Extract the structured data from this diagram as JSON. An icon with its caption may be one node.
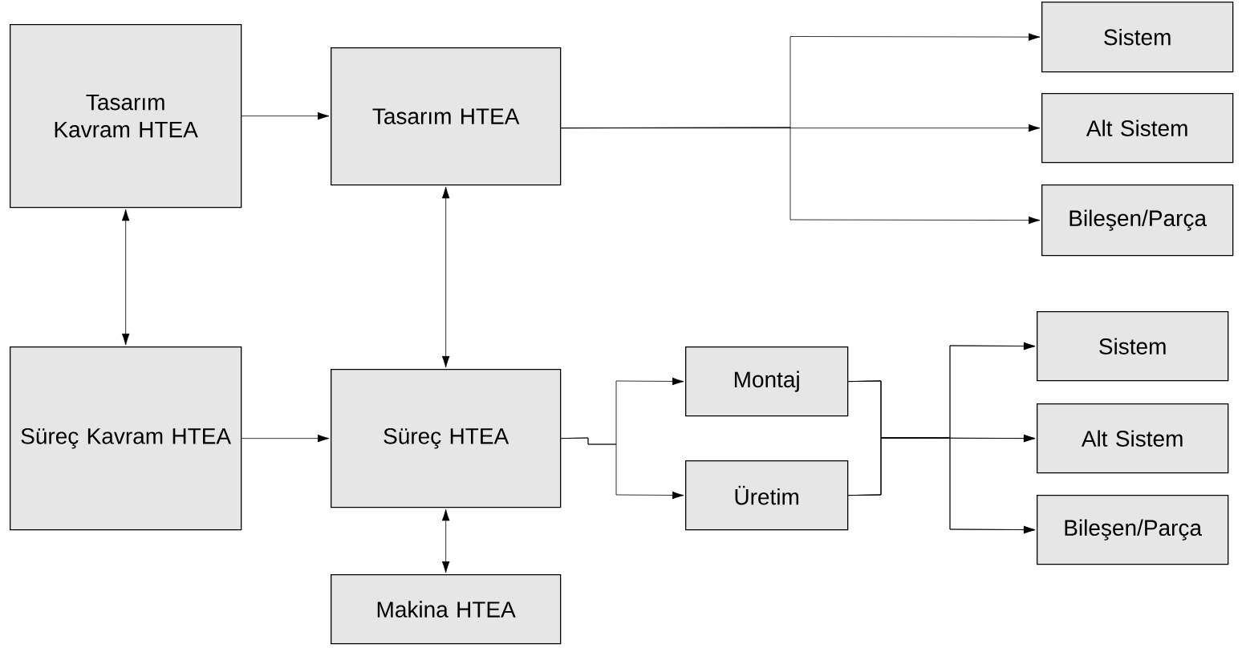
{
  "diagram": {
    "nodes": [
      {
        "text": [
          "Tasarım Kavram HTEA"
        ]
      },
      {
        "text": [
          "Tasarım HTEA"
        ]
      },
      {
        "text": [
          "Sistem"
        ]
      },
      {
        "text": [
          "Alt Sistem"
        ]
      },
      {
        "text": [
          "Bileşen/Parça"
        ]
      },
      {
        "text": [
          "Süreç Kavram HTEA"
        ]
      },
      {
        "text": [
          "Süreç HTEA"
        ]
      },
      {
        "text": [
          "Montaj"
        ]
      },
      {
        "text": [
          "Üretim"
        ]
      },
      {
        "text": [
          "Sistem"
        ]
      },
      {
        "text": [
          "Alt Sistem"
        ]
      },
      {
        "text": [
          "Bileşen/Parça"
        ]
      },
      {
        "text": [
          "Makina HTEA"
        ]
      }
    ],
    "edges": [
      {
        "from": 0,
        "to": 1,
        "arrow": "to"
      },
      {
        "from": 0,
        "to": 5,
        "arrow": "both"
      },
      {
        "from": 1,
        "to": 2,
        "arrow": "to"
      },
      {
        "from": 1,
        "to": 3,
        "arrow": "to"
      },
      {
        "from": 1,
        "to": 4,
        "arrow": "to"
      },
      {
        "from": 1,
        "to": 6,
        "arrow": "both"
      },
      {
        "from": 5,
        "to": 6,
        "arrow": "to"
      },
      {
        "from": 6,
        "to": 12,
        "arrow": "both"
      },
      {
        "from": 6,
        "to": 7,
        "arrow": "to"
      },
      {
        "from": 6,
        "to": 8,
        "arrow": "to"
      },
      {
        "from": 7,
        "to": 9,
        "arrow": "to"
      },
      {
        "from": 7,
        "to": 10,
        "arrow": "to"
      },
      {
        "from": 7,
        "to": 11,
        "arrow": "to"
      },
      {
        "from": 8,
        "to": 9,
        "arrow": "to"
      },
      {
        "from": 8,
        "to": 10,
        "arrow": "to"
      },
      {
        "from": 8,
        "to": 11,
        "arrow": "to"
      }
    ]
  }
}
